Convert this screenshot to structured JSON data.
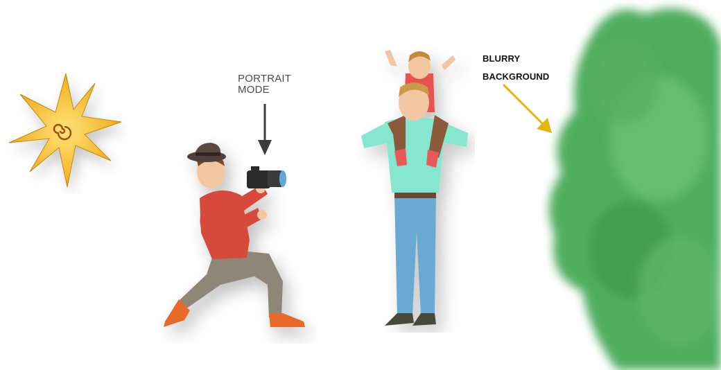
{
  "labels": {
    "portrait_mode": [
      "PORTRAIT",
      "MODE"
    ],
    "blurry_background": [
      "BLURRY",
      "BACKGROUND"
    ]
  },
  "colors": {
    "background": "#ffffff",
    "sun": "#f2b629",
    "photographer_sweater": "#d6493a",
    "photographer_pants": "#8e8677",
    "dad_shirt": "#86e6cf",
    "dad_jeans": "#6aa9d4",
    "child_shirt": "#e8524f",
    "arrow_dark": "#3c3c3c",
    "arrow_yellow": "#e5b40f",
    "tree_green": "#4fae5e"
  },
  "icons": [
    "sun-icon",
    "camera-icon",
    "down-arrow-icon",
    "diagonal-arrow-icon",
    "tree-icon"
  ]
}
